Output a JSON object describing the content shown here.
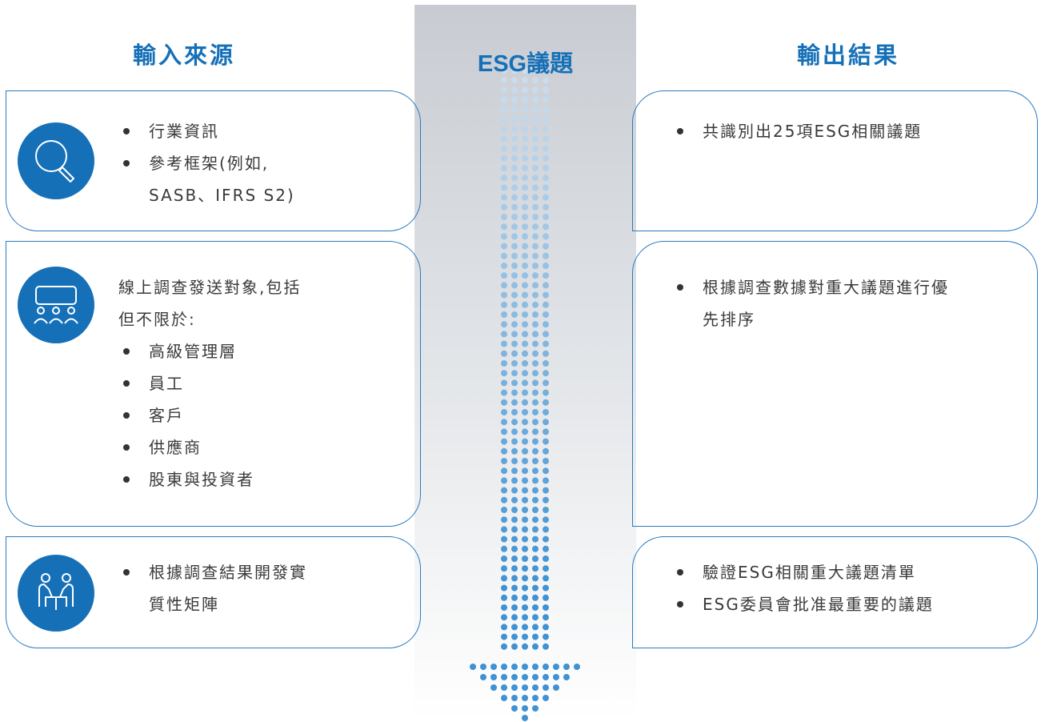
{
  "left_title": "輸入來源",
  "center_title": "ESG議題",
  "right_title": "輸出結果",
  "colors": {
    "accent": "#1670b8",
    "dot": "#4d9ad6",
    "border": "#2a7bc0"
  },
  "left_boxes": [
    {
      "icon": "magnifier-icon",
      "items": [
        "行業資訊",
        "參考框架(例如,",
        "SASB、IFRS S2)"
      ]
    },
    {
      "icon": "audience-icon",
      "intro": [
        "線上調查發送對象,包括",
        "但不限於:"
      ],
      "items": [
        "高級管理層",
        "員工",
        "客戶",
        "供應商",
        "股東與投資者"
      ]
    },
    {
      "icon": "discussion-icon",
      "items": [
        "根據調查結果開發實",
        "質性矩陣"
      ]
    }
  ],
  "right_boxes": [
    {
      "items": [
        "共識別出25項ESG相關議題"
      ]
    },
    {
      "items": [
        "根據調查數據對重大議題進行優",
        "先排序"
      ]
    },
    {
      "items": [
        "驗證ESG相關重大議題清單",
        "ESG委員會批准最重要的議題"
      ]
    }
  ]
}
